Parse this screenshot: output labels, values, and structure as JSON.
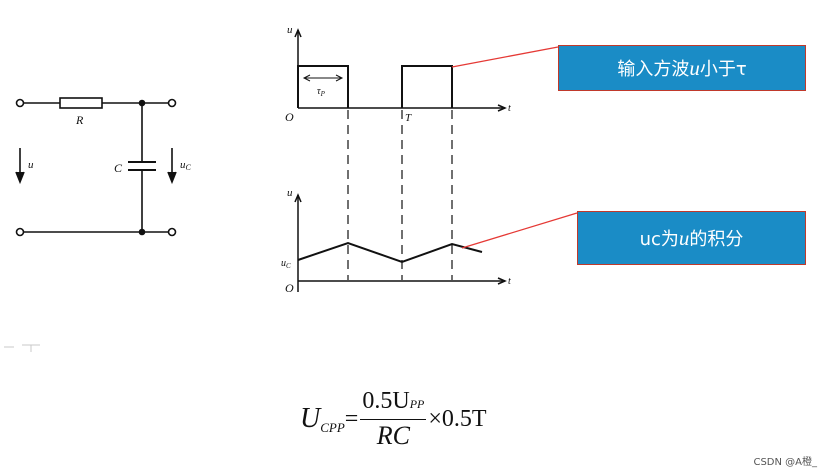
{
  "circuit": {
    "resistor_label": "R",
    "capacitor_label": "C",
    "input_label": "u",
    "output_label": "u",
    "output_sub": "C"
  },
  "top_plot": {
    "y_label": "u",
    "x_label": "t",
    "origin_label": "O",
    "period_label": "T",
    "pulse_width_label": "τ",
    "pulse_width_sub": "P"
  },
  "bottom_plot": {
    "y_label": "u",
    "x_label": "t",
    "origin_label": "O",
    "uc_label": "u",
    "uc_sub": "C"
  },
  "callouts": {
    "input": {
      "text_a": "输入方波",
      "text_u": "u",
      "text_b": "小于τ"
    },
    "integral": {
      "text_a": "uc为",
      "text_u": "u",
      "text_b": "的积分"
    }
  },
  "formula": {
    "lhs": "U",
    "lhs_sub": "CPP",
    "equals": "=",
    "num": "0.5U",
    "num_sub": "PP",
    "den": "RC",
    "times": "×0.5T"
  },
  "watermark": "CSDN @A橙_",
  "colors": {
    "callout_fill": "#1a8cc6",
    "callout_border": "#c0392b",
    "leader": "#e53935"
  }
}
